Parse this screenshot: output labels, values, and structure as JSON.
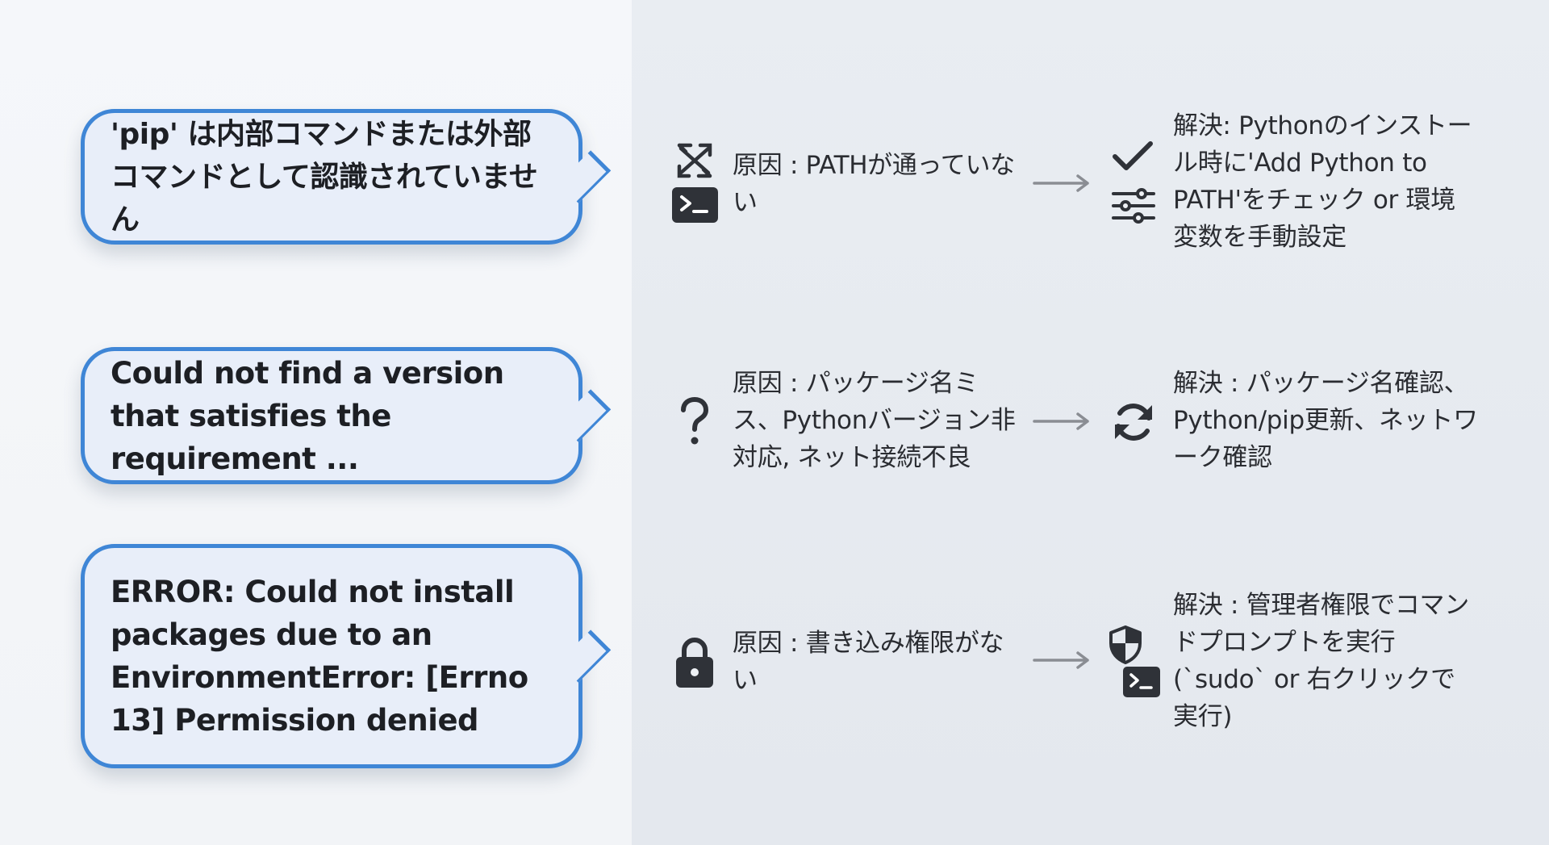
{
  "rows": [
    {
      "error": "'pip' は内部コマンドまたは外部コマンドとして認識されていません",
      "cause": "原因 : PATHが通っていない",
      "fix": "解決: Pythonのインストール時に'Add Python to PATH'をチェック or 環境変数を手動設定",
      "cause_icons": [
        "broken-link-icon",
        "terminal-icon"
      ],
      "fix_icons": [
        "checkmark-icon",
        "sliders-icon"
      ]
    },
    {
      "error": "Could not find a version that satisfies the requirement ...",
      "cause": "原因 : パッケージ名ミス、Pythonバージョン非対応, ネット接続不良",
      "fix": "解決 : パッケージ名確認、Python/pip更新、ネットワーク確認",
      "cause_icons": [
        "question-mark-icon"
      ],
      "fix_icons": [
        "refresh-icon"
      ]
    },
    {
      "error": "ERROR: Could not install packages due to an EnvironmentError: [Errno 13] Permission denied",
      "cause": "原因 : 書き込み権限がない",
      "fix": "解決 : 管理者権限でコマンドプロンプトを実行 (`sudo` or 右クリックで実行)",
      "cause_icons": [
        "lock-icon"
      ],
      "fix_icons": [
        "shield-icon",
        "terminal-icon"
      ]
    }
  ],
  "colors": {
    "bubble_border": "#3f86d6",
    "bubble_fill": "#e8eef9",
    "icon": "#2f3238",
    "arrow": "#8a8d93"
  }
}
